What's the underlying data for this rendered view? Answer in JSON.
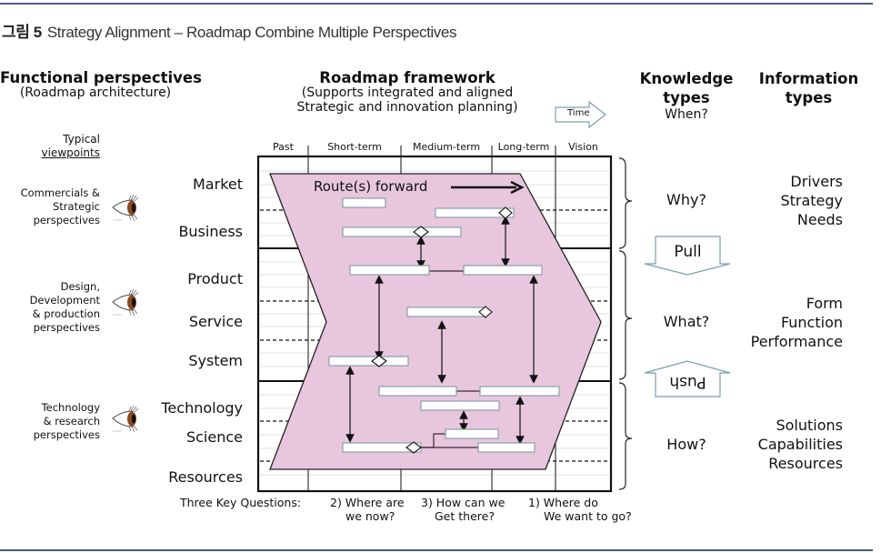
{
  "figure": {
    "number_label": "그림 5",
    "title": "Strategy Alignment – Roadmap Combine Multiple Perspectives"
  },
  "columns": {
    "functional": {
      "title": "Functional perspectives",
      "subtitle": "(Roadmap architecture)"
    },
    "framework": {
      "title": "Roadmap framework",
      "subtitle_line1": "(Supports integrated and aligned",
      "subtitle_line2": "Strategic and innovation planning)"
    },
    "knowledge": {
      "title_line1": "Knowledge",
      "title_line2": "types",
      "subtitle": "When?"
    },
    "information": {
      "title_line1": "Information",
      "title_line2": "types"
    }
  },
  "time_arrow": {
    "label": "Time",
    "icon": "right-arrow-icon"
  },
  "viewpoints_header": {
    "line1": "Typical",
    "line2": "viewpoints"
  },
  "viewpoints": [
    {
      "lines": [
        "Commercials &",
        "Strategic",
        "perspectives"
      ],
      "icon": "eye-icon"
    },
    {
      "lines": [
        "Design,",
        "Development",
        "& production",
        "perspectives"
      ],
      "icon": "eye-icon"
    },
    {
      "lines": [
        "Technology",
        "& research",
        "perspectives"
      ],
      "icon": "eye-icon"
    }
  ],
  "time_periods": [
    "Past",
    "Short-term",
    "Medium-term",
    "Long-term",
    "Vision"
  ],
  "layers": [
    "Market",
    "Business",
    "Product",
    "Service",
    "System",
    "Technology",
    "Science",
    "Resources"
  ],
  "route_label": "Route(s) forward",
  "knowledge_types": [
    {
      "question": "Why?",
      "info": [
        "Drivers",
        "Strategy",
        "Needs"
      ]
    },
    {
      "question": "What?",
      "info": [
        "Form",
        "Function",
        "Performance"
      ]
    },
    {
      "question": "How?",
      "info": [
        "Solutions",
        "Capabilities",
        "Resources"
      ]
    }
  ],
  "flow_arrows": {
    "pull": "Pull",
    "push": "Push"
  },
  "key_questions": {
    "label": "Three Key Questions:",
    "items": [
      {
        "line1": "2) Where are",
        "line2": "we now?"
      },
      {
        "line1": "3) How can we",
        "line2": "Get there?"
      },
      {
        "line1": "1) Where do",
        "line2": "We want to go?"
      }
    ]
  },
  "colors": {
    "chevron_fill": "#e8c6de",
    "rule": "#4a5a85",
    "arrow_outline": "#7aa0a8",
    "bar_border": "#8aa0a8",
    "eye_iris": "#8a4a1e"
  }
}
